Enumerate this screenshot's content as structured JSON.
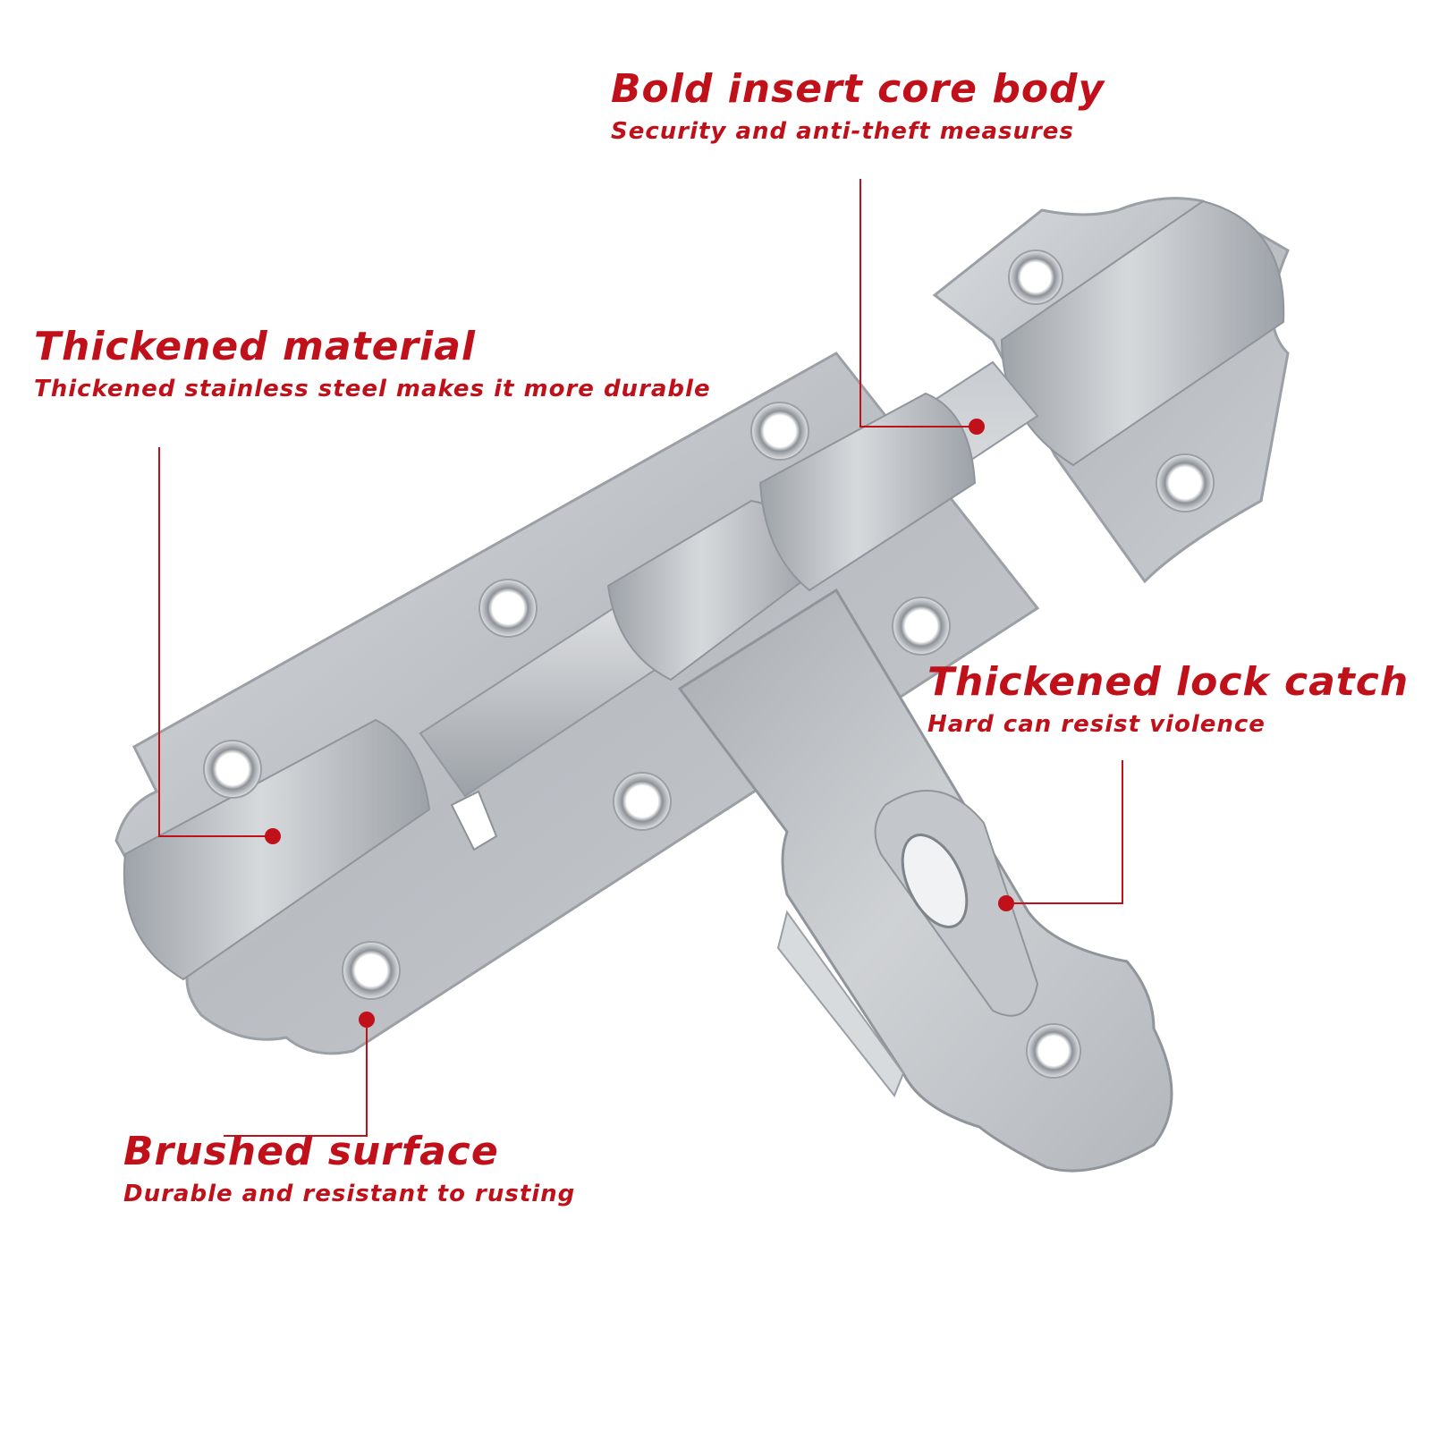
{
  "callouts": {
    "core": {
      "title": "Bold insert core body",
      "subtitle": "Security and anti-theft measures"
    },
    "thick": {
      "title": "Thickened material",
      "subtitle": "Thickened stainless steel makes it more durable"
    },
    "lock": {
      "title": "Thickened lock catch",
      "subtitle": "Hard can resist violence"
    },
    "brush": {
      "title": "Brushed surface",
      "subtitle": "Durable and resistant to rusting"
    }
  },
  "colors": {
    "accent": "#c0101a",
    "metal": "#b5b9be",
    "background": "#ffffff"
  }
}
